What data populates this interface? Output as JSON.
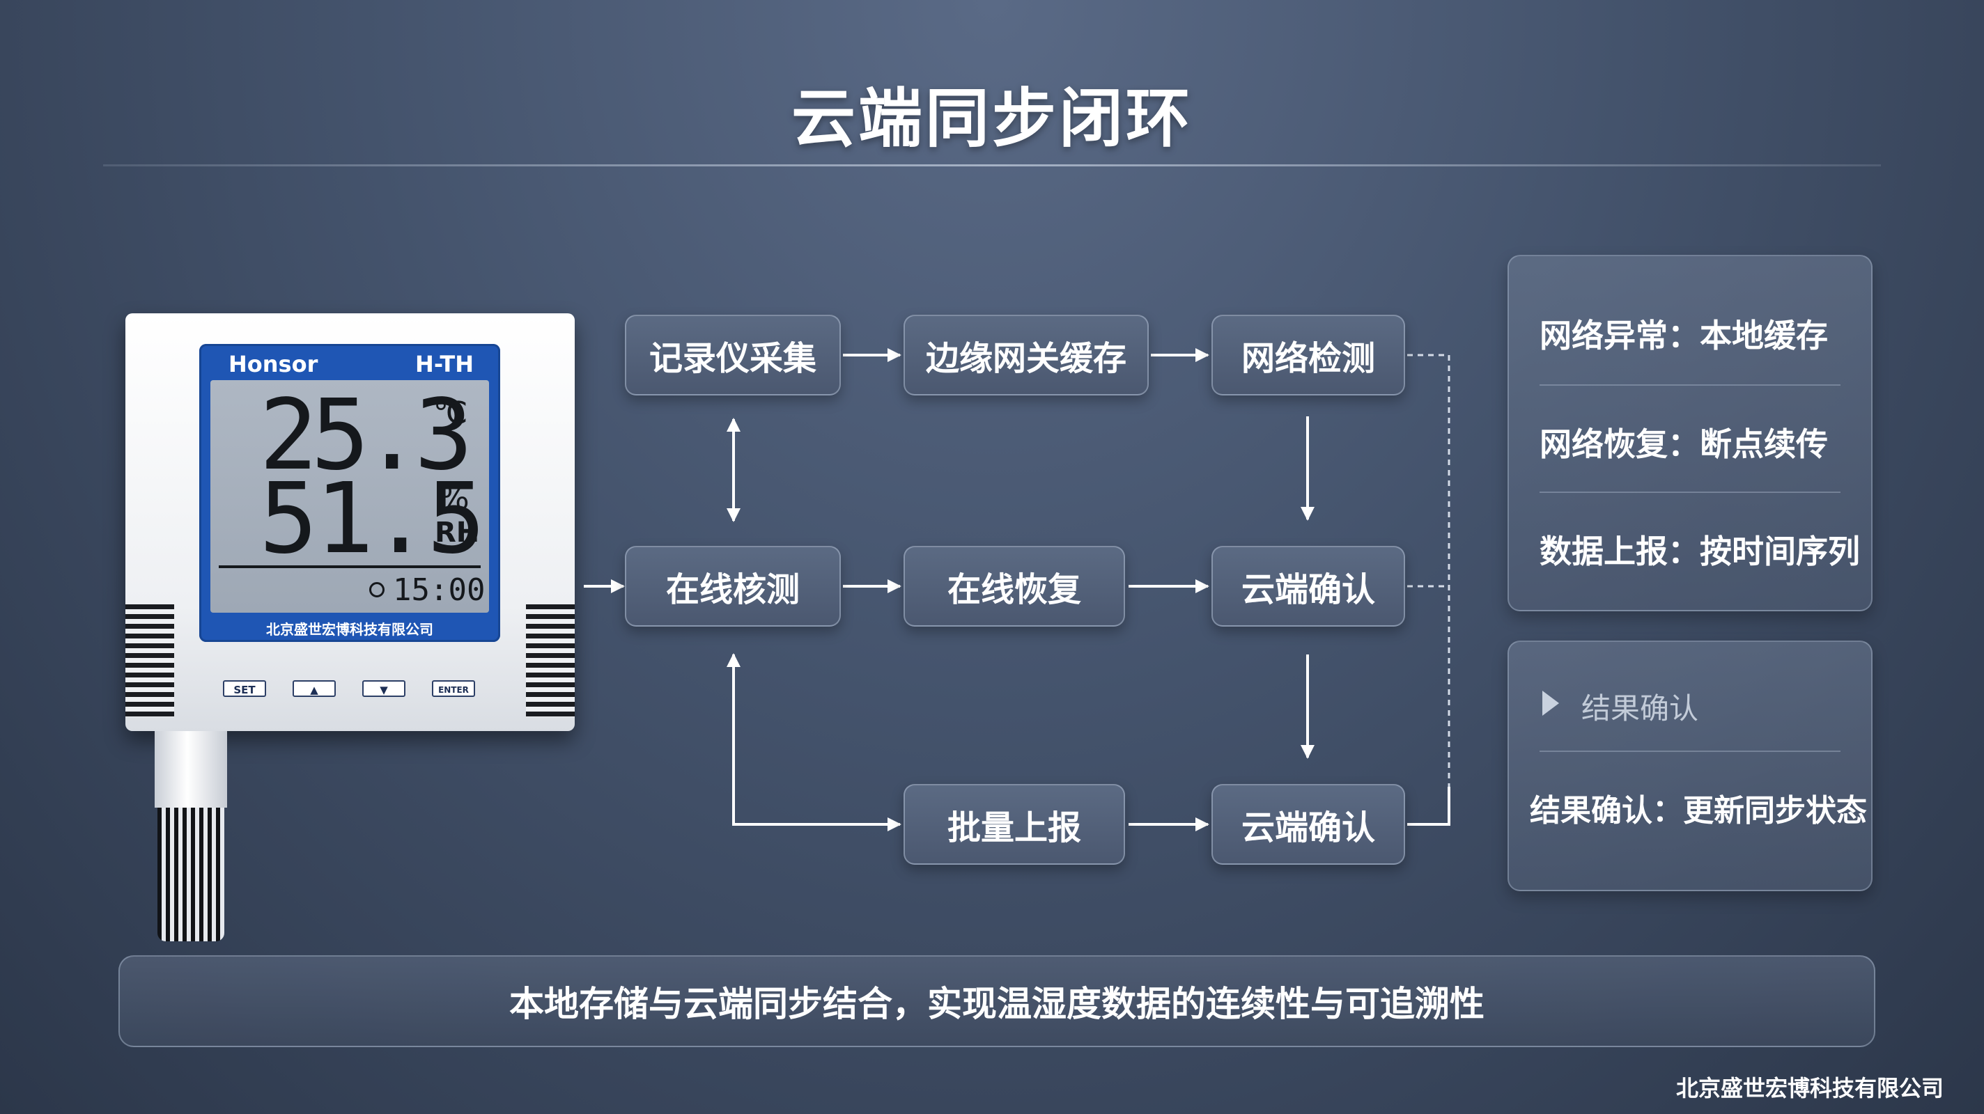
{
  "title": "云端同步闭环",
  "device": {
    "brand": "Honsor",
    "model": "H-TH",
    "temperature": "25.3",
    "temperature_unit": "℃",
    "humidity": "51.5",
    "humidity_unit_top": "%",
    "humidity_unit_bottom": "RH",
    "time": "15:00",
    "company": "北京盛世宏博科技有限公司",
    "buttons": [
      "SET",
      "▲",
      "▼",
      "ENTER"
    ]
  },
  "flow": {
    "nodes": [
      "记录仪采集",
      "边缘网关缓存",
      "网络检测",
      "在线核测",
      "在线恢复",
      "云端确认",
      "批量上报",
      "云端确认"
    ]
  },
  "panel_top": {
    "items": [
      "网络异常：本地缓存",
      "网络恢复：断点续传",
      "数据上报：按时间序列"
    ]
  },
  "panel_bottom": {
    "header": "结果确认",
    "item": "结果确认：更新同步状态"
  },
  "banner": "本地存储与云端同步结合，实现温湿度数据的连续性与可追溯性",
  "footer": "北京盛世宏博科技有限公司",
  "colors": {
    "background": "#44536c",
    "box": "#55637b",
    "lcd_frame": "#1f56b4",
    "lcd_screen": "#a8b1bd",
    "text": "#ffffff"
  }
}
